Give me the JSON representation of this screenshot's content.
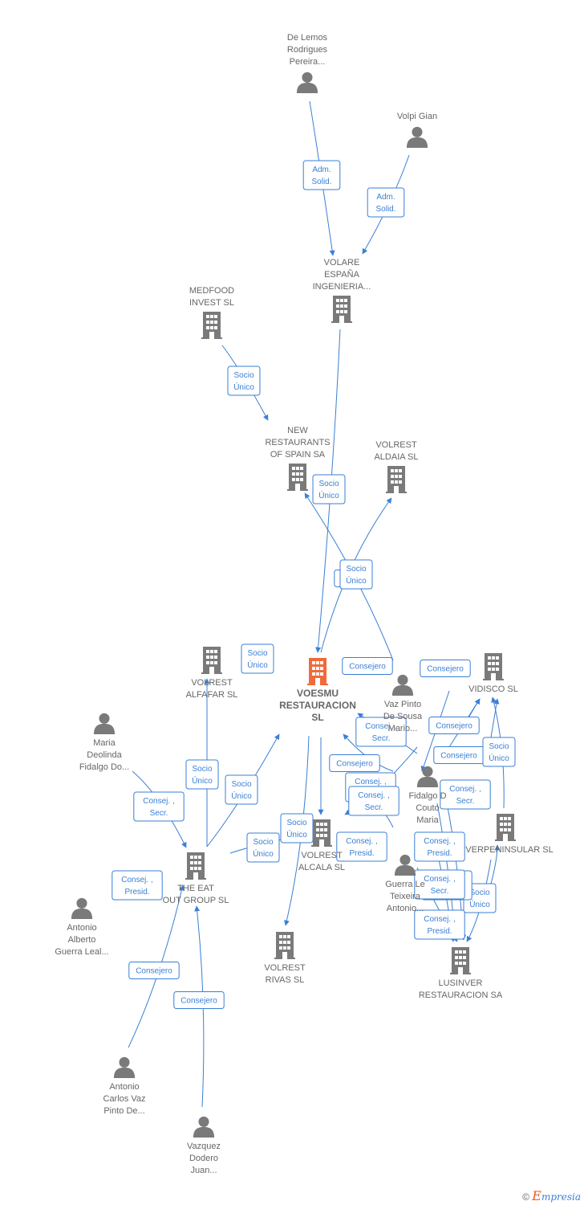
{
  "colors": {
    "edge": "#3a7fd5",
    "company": "#7a7a7a",
    "main_company": "#f26a3a",
    "person": "#7a7a7a"
  },
  "nodes": [
    {
      "id": "delemos",
      "type": "person",
      "lines": [
        "De Lemos",
        "Rodrigues",
        "Pereira..."
      ]
    },
    {
      "id": "volpi",
      "type": "person",
      "lines": [
        "Volpi Gian"
      ]
    },
    {
      "id": "volare",
      "type": "company",
      "lines": [
        "VOLARE",
        "ESPAÑA",
        "INGENIERIA..."
      ]
    },
    {
      "id": "medfood",
      "type": "company",
      "lines": [
        "MEDFOOD",
        "INVEST  SL"
      ]
    },
    {
      "id": "newrest",
      "type": "company",
      "lines": [
        "NEW",
        "RESTAURANTS",
        "OF SPAIN SA"
      ]
    },
    {
      "id": "aldaia",
      "type": "company",
      "lines": [
        "VOLREST",
        "ALDAIA  SL"
      ]
    },
    {
      "id": "alfafar",
      "type": "company",
      "lines": [
        "VOLREST",
        "ALFAFAR  SL"
      ]
    },
    {
      "id": "voesmu",
      "type": "main",
      "lines": [
        "VOESMU",
        "RESTAURACION",
        "SL"
      ]
    },
    {
      "id": "vidisco",
      "type": "company",
      "lines": [
        "VIDISCO SL"
      ]
    },
    {
      "id": "vazpinto",
      "type": "person",
      "lines": [
        "Vaz Pinto",
        "De Sousa",
        "Mario..."
      ]
    },
    {
      "id": "maria",
      "type": "person",
      "lines": [
        "Maria",
        "Deolinda",
        "Fidalgo Do..."
      ]
    },
    {
      "id": "fidalgo",
      "type": "person",
      "lines": [
        "Fidalgo D",
        "Couto",
        "Maria"
      ]
    },
    {
      "id": "verpen",
      "type": "company",
      "lines": [
        "VERPENINSULAR SL"
      ]
    },
    {
      "id": "alcala",
      "type": "company",
      "lines": [
        "VOLREST",
        "ALCALA  SL"
      ]
    },
    {
      "id": "theeat",
      "type": "company",
      "lines": [
        "THE EAT",
        "OUT GROUP SL"
      ]
    },
    {
      "id": "guerraleal",
      "type": "person",
      "lines": [
        "Antonio",
        "Alberto",
        "Guerra Leal..."
      ]
    },
    {
      "id": "guerrate",
      "type": "person",
      "lines": [
        "Guerra Le",
        "Teixeira",
        "Antonio..."
      ]
    },
    {
      "id": "rivas",
      "type": "company",
      "lines": [
        "VOLREST",
        "RIVAS  SL"
      ]
    },
    {
      "id": "lusinver",
      "type": "company",
      "lines": [
        "LUSINVER",
        "RESTAURACION SA"
      ]
    },
    {
      "id": "antcarlos",
      "type": "person",
      "lines": [
        "Antonio",
        "Carlos Vaz",
        "Pinto De..."
      ]
    },
    {
      "id": "vazquez",
      "type": "person",
      "lines": [
        "Vazquez",
        "Dodero",
        "Juan..."
      ]
    }
  ],
  "relations": [
    [
      "Adm.",
      "Solid."
    ],
    [
      "Adm.",
      "Solid."
    ],
    [
      "Socio",
      "Único"
    ],
    [
      "Socio",
      "Único"
    ],
    [
      "M..."
    ],
    [
      "Socio",
      "Único"
    ],
    [
      "Socio",
      "Único"
    ],
    [
      "Consejero"
    ],
    [
      "Consejero"
    ],
    [
      "Consej. ,",
      "Secr."
    ],
    [
      "Consejero"
    ],
    [
      "Consej. ,",
      "Secr."
    ],
    [
      "Consejero"
    ],
    [
      "Socio",
      "Único"
    ],
    [
      "Consej. ,",
      "Secr."
    ],
    [
      "Consej. ,",
      "Secr."
    ],
    [
      "Consej. ,",
      "Secr."
    ],
    [
      "Socio",
      "Único"
    ],
    [
      "Socio",
      "Único"
    ],
    [
      "Socio",
      "Único"
    ],
    [
      "Consej. ,",
      "Presid."
    ],
    [
      "Socio",
      "Único"
    ],
    [
      "Consejero"
    ],
    [
      "Consej. ,",
      "Presid."
    ],
    [
      "Socio",
      "Único"
    ],
    [
      "Consej. ,",
      "Secr."
    ],
    [
      "Consej. ,",
      "Presid."
    ],
    [
      "Consej. ,",
      "Presid."
    ],
    [
      "Consejero"
    ],
    [
      "Consejero"
    ],
    [
      "Consej. ,",
      "Secr."
    ]
  ],
  "footer": {
    "copyright": "©",
    "brand_initial": "E",
    "brand_rest": "mpresia"
  }
}
